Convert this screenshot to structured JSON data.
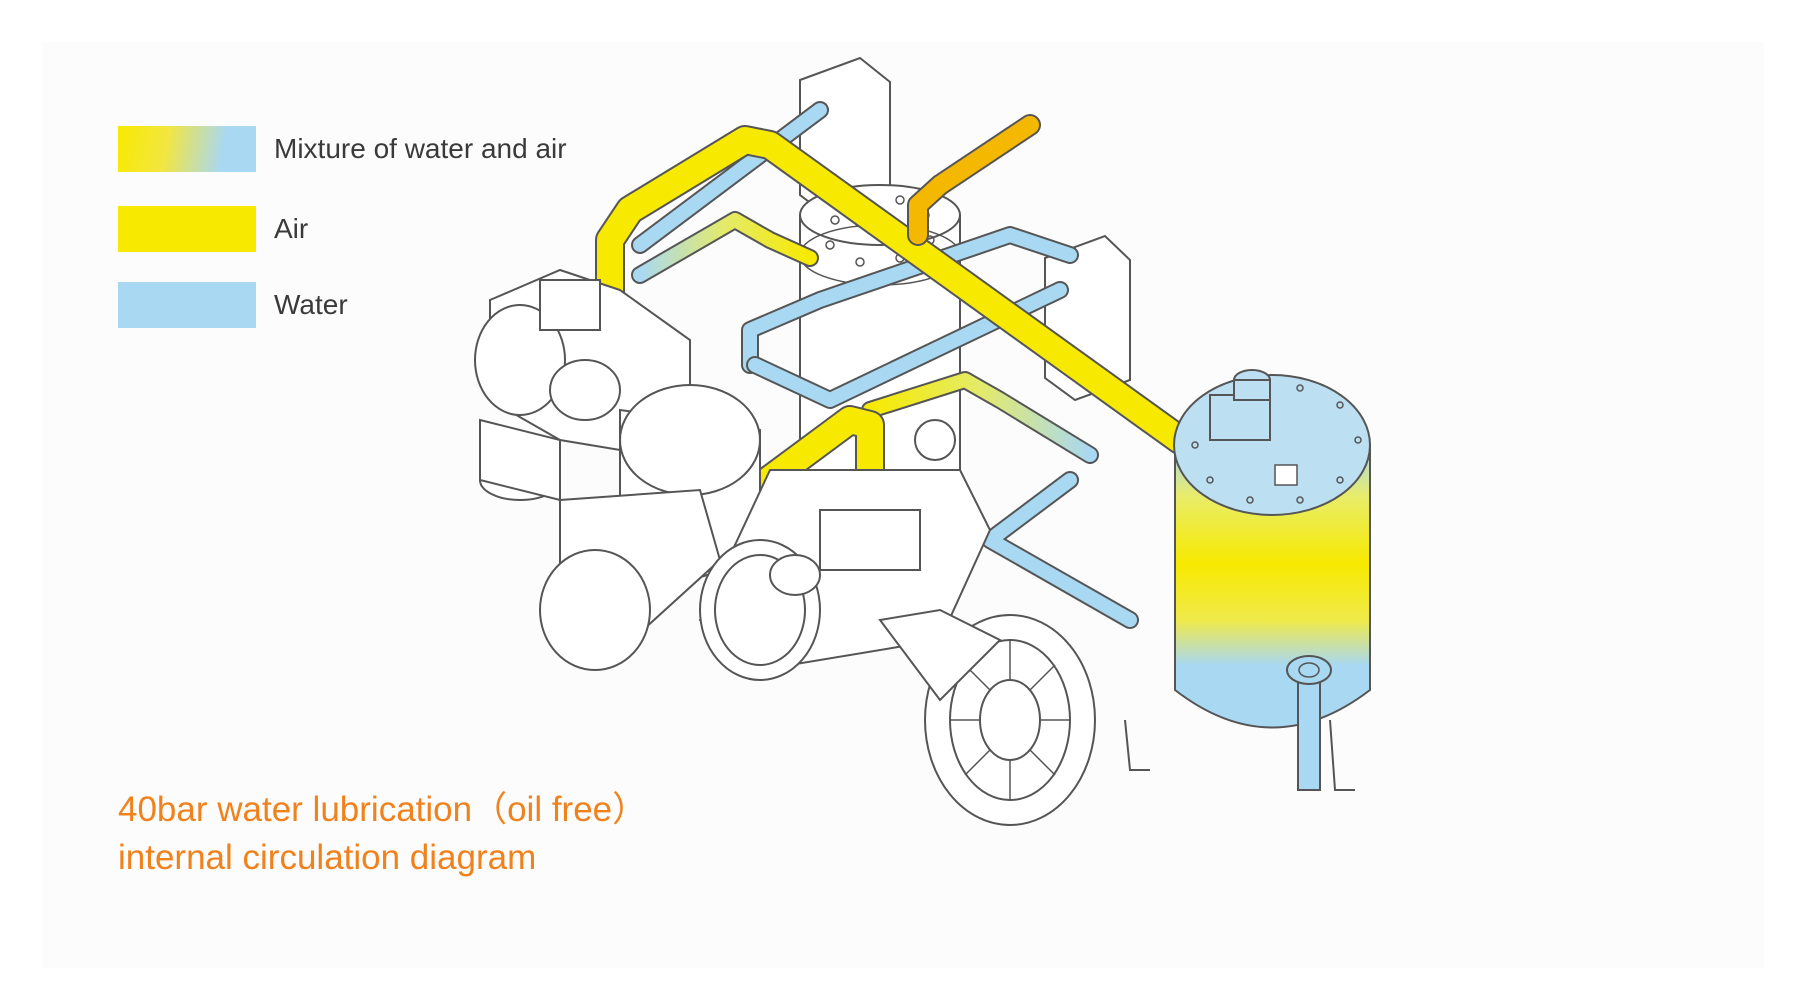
{
  "legend": {
    "items": [
      {
        "label": "Mixture of water and air",
        "swatch": "mixture",
        "colors": [
          "#f7ea00",
          "#a9d8f2"
        ]
      },
      {
        "label": "Air",
        "swatch": "air",
        "colors": [
          "#f7ea00"
        ]
      },
      {
        "label": "Water",
        "swatch": "water",
        "colors": [
          "#a9d8f2"
        ]
      }
    ]
  },
  "caption": {
    "line1": "40bar water lubrication（oil free）",
    "line2": "internal circulation diagram"
  },
  "colors": {
    "air": "#f7ea00",
    "water": "#a9d8f2",
    "discharge_pipe": "#f5b800",
    "caption": "#f0821e",
    "outline": "#555555"
  },
  "diagram": {
    "subject": "water-lubricated oil-free screw compressor circulation",
    "components": [
      "separator-tank",
      "compressor-airend",
      "motor",
      "cooler",
      "fan-guard",
      "intake-valve",
      "discharge-pipe"
    ]
  }
}
